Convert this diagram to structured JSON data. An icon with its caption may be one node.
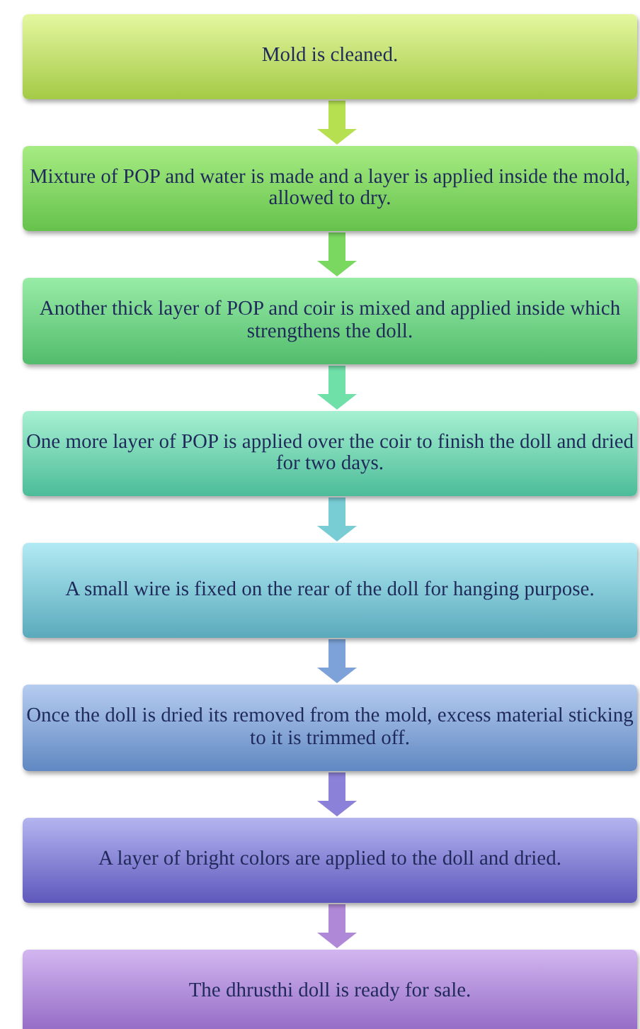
{
  "diagram": {
    "nodes": [
      {
        "text": [
          "Mold is cleaned."
        ]
      },
      {
        "text": [
          "Mixture of POP and water is made and a layer is applied inside the mold, allowed to dry."
        ]
      },
      {
        "text": [
          "Another  thick layer of POP  and coir is mixed and applied inside which strengthens the doll."
        ]
      },
      {
        "text": [
          "One more layer of POP is applied over the coir to finish the doll and dried for two days."
        ]
      },
      {
        "text": [
          "A small wire is fixed on the rear of the doll for hanging purpose."
        ]
      },
      {
        "text": [
          "Once the doll is dried its removed from the  mold, excess material sticking to it is trimmed off."
        ]
      },
      {
        "text": [
          "A layer of bright colors are applied to the doll and dried."
        ]
      },
      {
        "text": [
          "The dhrusthi doll is ready for sale."
        ]
      }
    ],
    "edges": [
      {
        "from": 0,
        "to": 1,
        "arrow": "to",
        "color": "#b6e050"
      },
      {
        "from": 1,
        "to": 2,
        "arrow": "to",
        "color": "#7ad860"
      },
      {
        "from": 2,
        "to": 3,
        "arrow": "to",
        "color": "#6ee0a8"
      },
      {
        "from": 3,
        "to": 4,
        "arrow": "to",
        "color": "#78cdd5"
      },
      {
        "from": 4,
        "to": 5,
        "arrow": "to",
        "color": "#7ca2d9"
      },
      {
        "from": 5,
        "to": 6,
        "arrow": "to",
        "color": "#8c81d8"
      },
      {
        "from": 6,
        "to": 7,
        "arrow": "to",
        "color": "#b088d8"
      }
    ]
  }
}
